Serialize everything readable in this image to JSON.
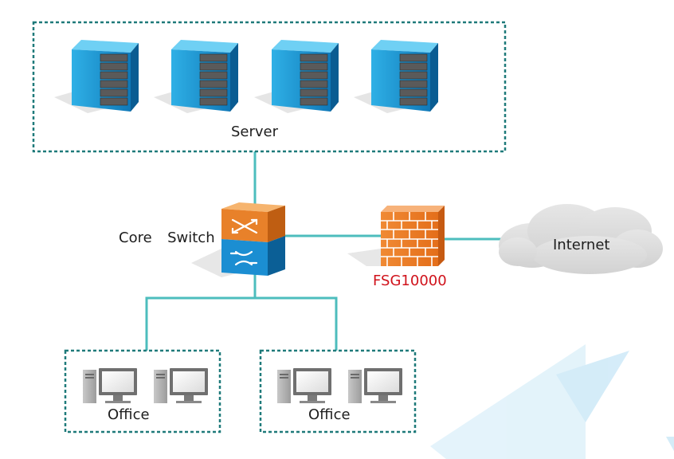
{
  "nodes": {
    "server_group": {
      "label": "Server",
      "server_count": 4
    },
    "core_switch": {
      "label": "Core  Switch"
    },
    "firewall": {
      "label": "FSG10000"
    },
    "internet": {
      "label": "Internet"
    },
    "offices": [
      {
        "label": "Office",
        "pc_count": 2
      },
      {
        "label": "Office",
        "pc_count": 2
      }
    ]
  },
  "links": [
    {
      "from": "server_group",
      "to": "core_switch"
    },
    {
      "from": "core_switch",
      "to": "firewall"
    },
    {
      "from": "firewall",
      "to": "internet"
    },
    {
      "from": "core_switch",
      "to": "office_1"
    },
    {
      "from": "core_switch",
      "to": "office_2"
    }
  ],
  "colors": {
    "link": "#4dbdbd",
    "group_border": "#1f7a7a",
    "server_blue": "#1a9ad6",
    "switch_orange": "#e8812a",
    "switch_blue": "#1b8ed2",
    "firewall": "#ee7a25",
    "firewall_label": "#d0121b",
    "cloud": "#d9d9d9",
    "pc": "#6f6f6f",
    "watermark": "#d8eef9"
  }
}
